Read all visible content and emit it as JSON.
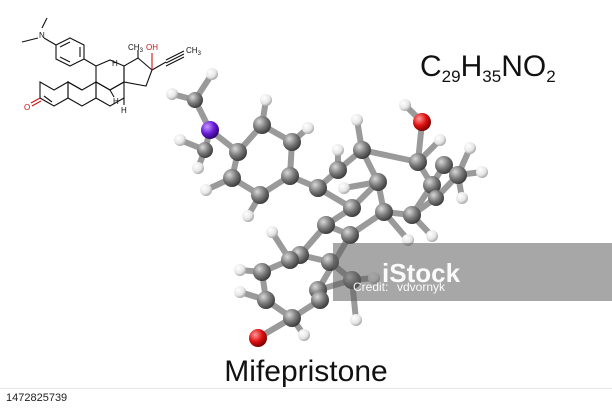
{
  "name": "Mifepristone",
  "formula": {
    "c": "C",
    "c_n": "29",
    "h": "H",
    "h_n": "35",
    "rest": "NO",
    "o_n": "2"
  },
  "structure_labels": {
    "n": "N",
    "o_keto": "O",
    "oh": "OH",
    "ch3": "CH",
    "ch3_n": "3",
    "h_upper": "H",
    "h_mid": "H",
    "h_low": "H",
    "ch3_alkyne": "CH",
    "ch3_alkyne_n": "3"
  },
  "watermark": {
    "brand": "iStock",
    "credit": "Credit:",
    "author": "vdvornyk"
  },
  "stock_id": "1472825739",
  "colors": {
    "carbon": "#6b6b6b",
    "hydrogen": "#f4f4f4",
    "oxygen": "#e01010",
    "nitrogen": "#6a1bd8",
    "bond": "#9a9a9a",
    "ink": "#111111"
  }
}
